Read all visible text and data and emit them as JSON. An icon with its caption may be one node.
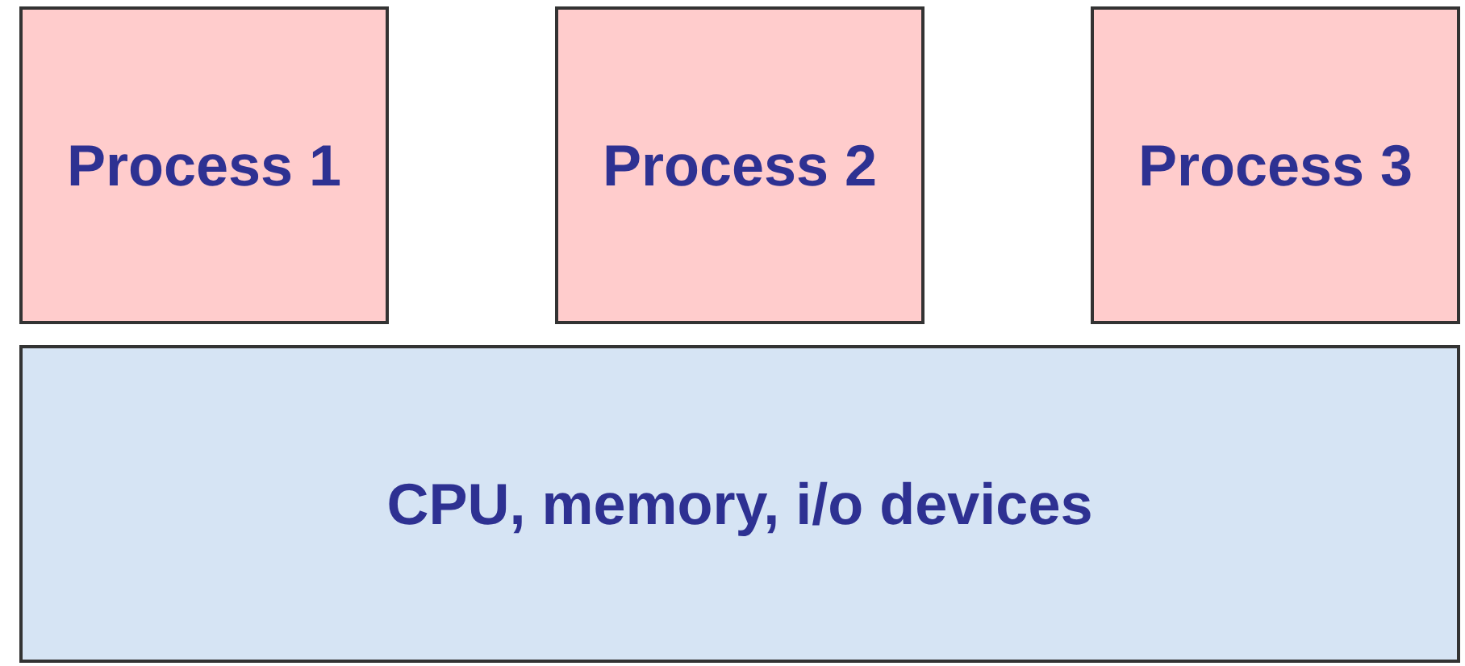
{
  "diagram": {
    "nodes": [
      {
        "text": [
          "Process 1"
        ]
      },
      {
        "text": [
          "Process 2"
        ]
      },
      {
        "text": [
          "Process 3"
        ]
      },
      {
        "text": [
          "CPU, memory, i/o devices"
        ]
      }
    ]
  }
}
